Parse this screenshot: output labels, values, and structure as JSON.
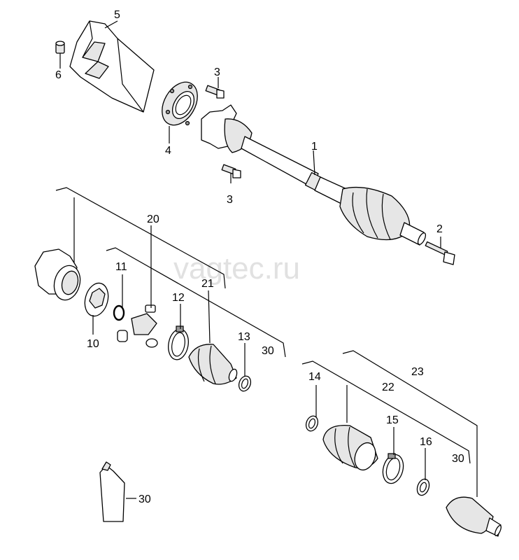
{
  "watermark": "vagtec.ru",
  "labels": {
    "l1": "1",
    "l2": "2",
    "l3a": "3",
    "l3b": "3",
    "l4": "4",
    "l5": "5",
    "l6": "6",
    "l10": "10",
    "l11": "11",
    "l12": "12",
    "l13": "13",
    "l14": "14",
    "l15": "15",
    "l16": "16",
    "l20": "20",
    "l21": "21",
    "l22": "22",
    "l23": "23",
    "l30a": "30",
    "l30b": "30",
    "l30c": "30"
  }
}
